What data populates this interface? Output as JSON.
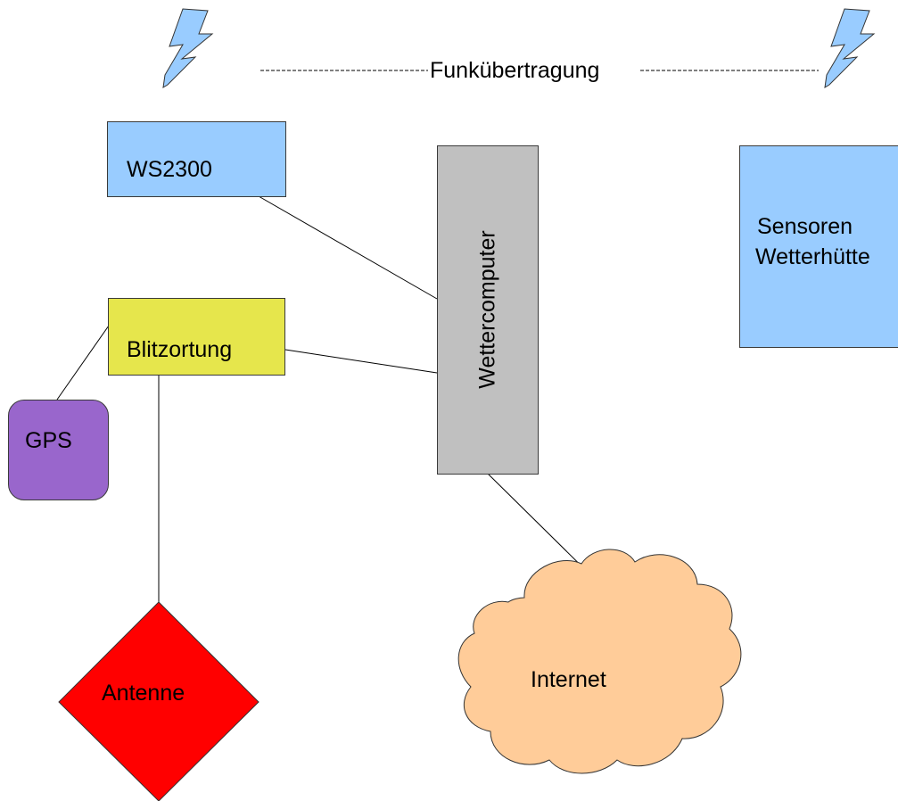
{
  "labels": {
    "radio": "Funkübertragung",
    "ws2300": "WS2300",
    "computer": "Wettercomputer",
    "sensors_line1": "Sensoren",
    "sensors_line2": "Wetterhütte",
    "lightning": "Blitzortung",
    "gps": "GPS",
    "antenna": "Antenne",
    "internet": "Internet"
  },
  "colors": {
    "ws2300": "#99ccff",
    "sensors": "#99ccff",
    "computer": "#c0c0c0",
    "lightning": "#e6e64c",
    "gps": "#9966cc",
    "antenna": "#ff0000",
    "internet": "#ffcc99",
    "bolt": "#99ccff"
  },
  "icons": [
    "lightning-bolt-icon",
    "lightning-bolt-icon"
  ]
}
